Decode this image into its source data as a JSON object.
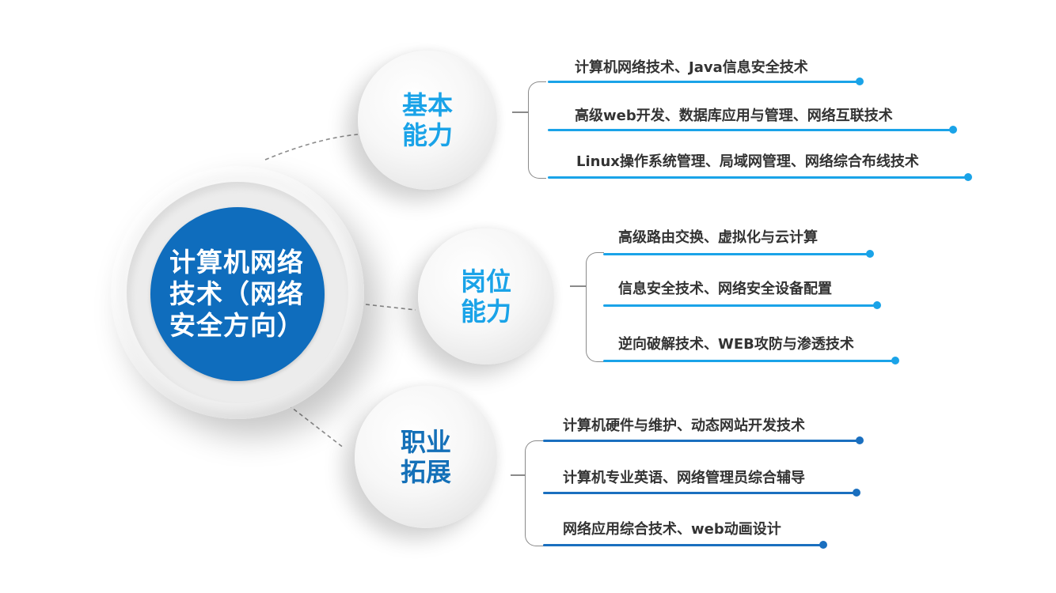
{
  "center": {
    "title": "计算机网络技术（网络安全方向）",
    "lines": [
      "计算机网络",
      "技术（网络",
      "安全方向）"
    ],
    "color": "#0f6dbd"
  },
  "branches": [
    {
      "title_lines": [
        "基本",
        "能力"
      ],
      "title_color": "#1aa3e8",
      "line_color": "#1aa3e8",
      "items": [
        "计算机网络技术、Java信息安全技术",
        "高级web开发、数据库应用与管理、网络互联技术",
        "Linux操作系统管理、局域网管理、网络综合布线技术"
      ]
    },
    {
      "title_lines": [
        "岗位",
        "能力"
      ],
      "title_color": "#1aa3e8",
      "line_color": "#1aa3e8",
      "items": [
        "高级路由交换、虚拟化与云计算",
        "信息安全技术、网络安全设备配置",
        "逆向破解技术、WEB攻防与渗透技术"
      ]
    },
    {
      "title_lines": [
        "职业",
        "拓展"
      ],
      "title_color": "#1470b8",
      "line_color": "#1a6fbf",
      "items": [
        "计算机硬件与维护、动态网站开发技术",
        "计算机专业英语、网络管理员综合辅导",
        "网络应用综合技术、web动画设计"
      ]
    }
  ]
}
